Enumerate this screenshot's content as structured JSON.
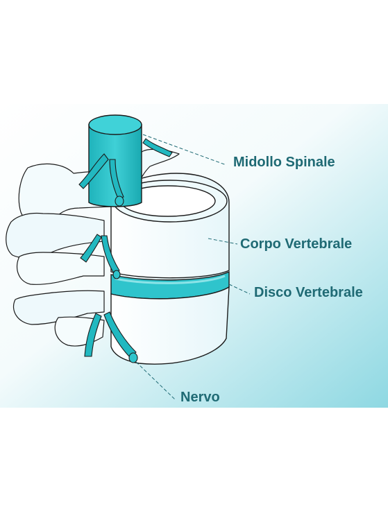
{
  "labels": {
    "spinal_cord": "Midollo Spinale",
    "vertebral_body": "Corpo Vertebrale",
    "vertebral_disc": "Disco Vertebrale",
    "nerve": "Nervo"
  },
  "colors": {
    "label_text": "#1f6a74",
    "teal": "#2fc4cc",
    "teal_dark": "#16999f",
    "bone": "#e9f8fb",
    "bone_light": "#f7fdfe",
    "outline": "#1b1b1b",
    "background_gradient_start": "#ffffff",
    "background_gradient_end": "#8ed8e2"
  }
}
